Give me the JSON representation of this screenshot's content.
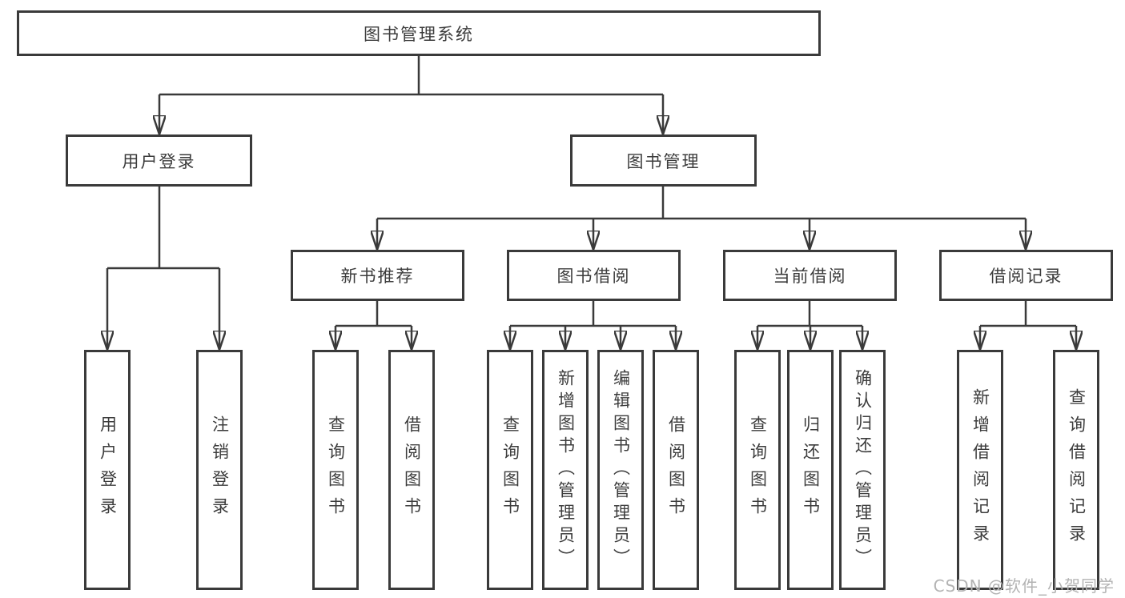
{
  "tree": {
    "root": {
      "label": "图书管理系统",
      "children": [
        {
          "label": "用户登录",
          "children": [
            {
              "label": "用户登录"
            },
            {
              "label": "注销登录"
            }
          ]
        },
        {
          "label": "图书管理",
          "children": [
            {
              "label": "新书推荐",
              "children": [
                {
                  "label": "查询图书"
                },
                {
                  "label": "借阅图书"
                }
              ]
            },
            {
              "label": "图书借阅",
              "children": [
                {
                  "label": "查询图书"
                },
                {
                  "label": "新增图书（管理员）"
                },
                {
                  "label": "编辑图书（管理员）"
                },
                {
                  "label": "借阅图书"
                }
              ]
            },
            {
              "label": "当前借阅",
              "children": [
                {
                  "label": "查询图书"
                },
                {
                  "label": "归还图书"
                },
                {
                  "label": "确认归还（管理员）"
                }
              ]
            },
            {
              "label": "借阅记录",
              "children": [
                {
                  "label": "新增借阅记录"
                },
                {
                  "label": "查询借阅记录"
                }
              ]
            }
          ]
        }
      ]
    }
  },
  "watermark": "CSDN @软件_小贺同学",
  "colors": {
    "line": "#3a3a3a",
    "text": "#3c3c3c",
    "watermark": "#b3b3b3",
    "background": "#ffffff"
  }
}
